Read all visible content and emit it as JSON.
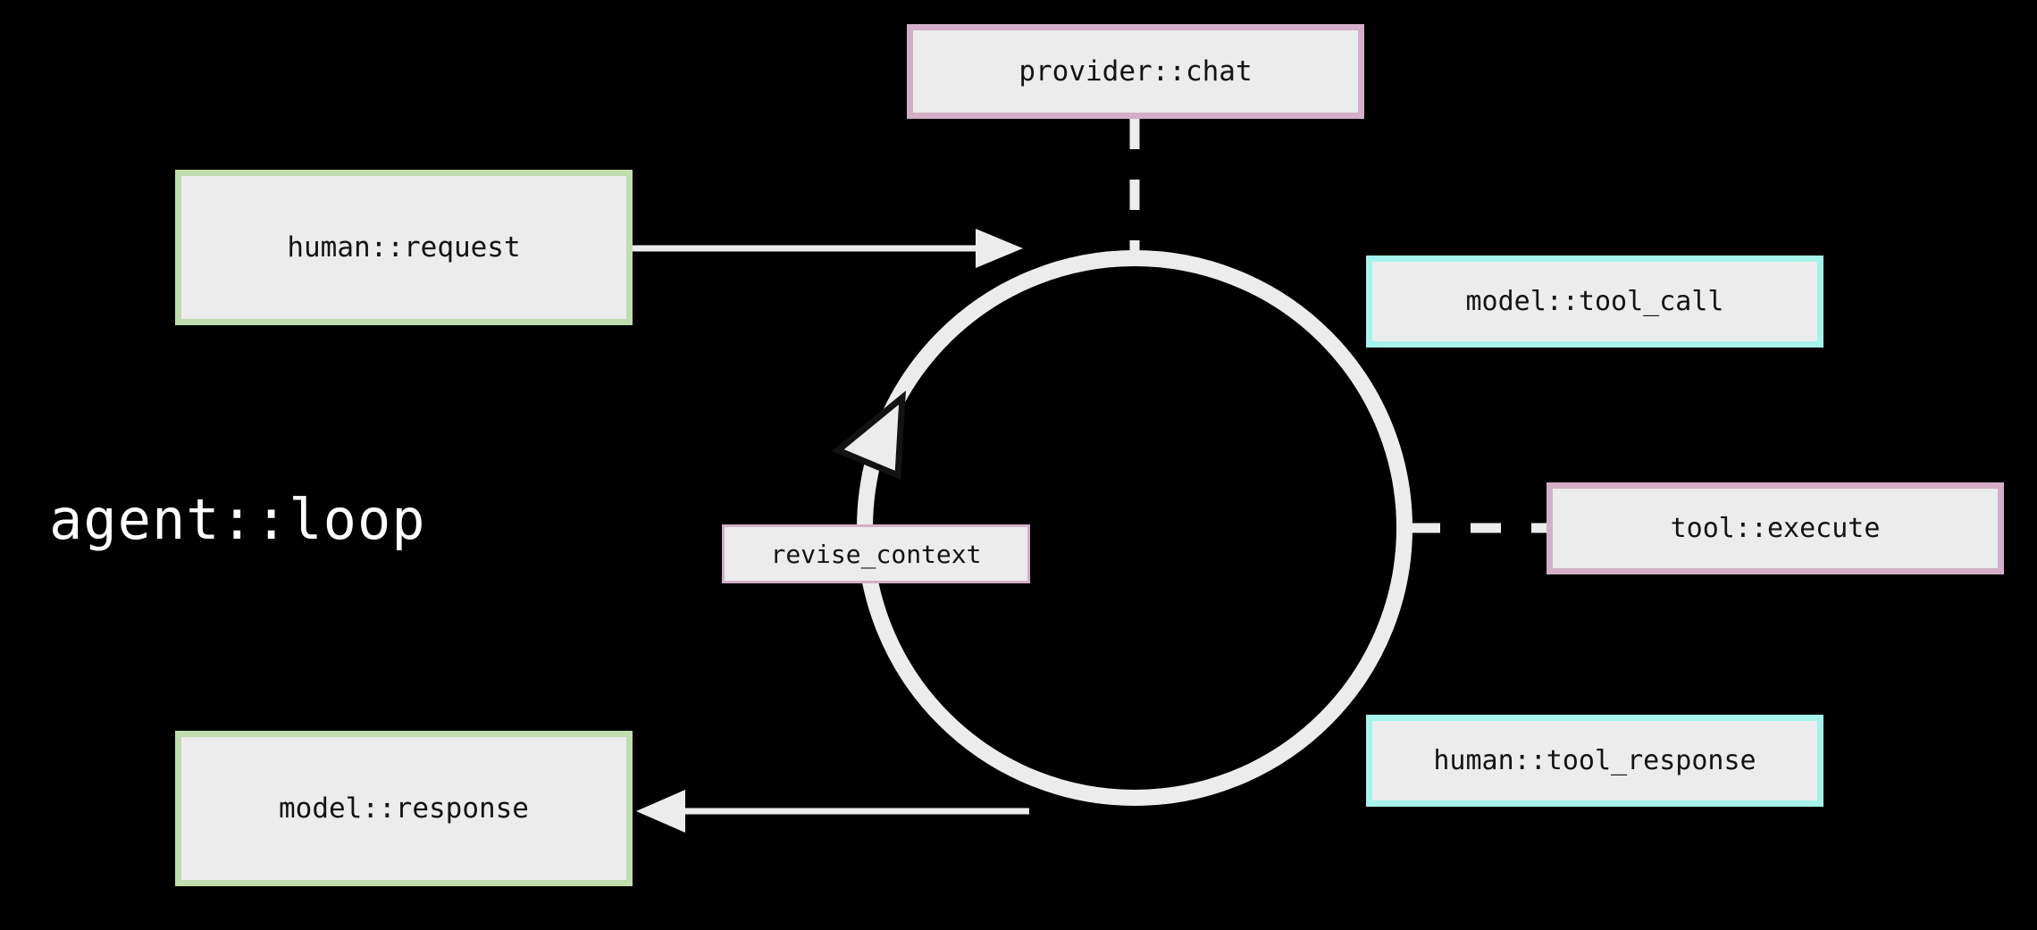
{
  "diagram": {
    "title": "agent::loop",
    "background_color": "#000000",
    "line_color": "#ECECEC",
    "node_fill": "#ECECEC",
    "text_color": "#131313",
    "title_color": "#FFFFFF",
    "palette": {
      "green": "#BFDDAF",
      "pink": "#D3AFC8",
      "cyan": "#A5F3EA"
    },
    "nodes": [
      {
        "id": "provider-chat",
        "label": "provider::chat",
        "accent": "pink"
      },
      {
        "id": "human-request",
        "label": "human::request",
        "accent": "green"
      },
      {
        "id": "model-tool-call",
        "label": "model::tool_call",
        "accent": "cyan"
      },
      {
        "id": "tool-execute",
        "label": "tool::execute",
        "accent": "pink"
      },
      {
        "id": "human-tool-response",
        "label": "human::tool_response",
        "accent": "cyan"
      },
      {
        "id": "model-response",
        "label": "model::response",
        "accent": "green"
      },
      {
        "id": "revise-context",
        "label": "revise_context",
        "accent": "pink"
      }
    ],
    "edges": [
      {
        "id": "request-to-loop",
        "from": "human::request",
        "to": "agent::loop",
        "style": "solid-arrow"
      },
      {
        "id": "loop-to-response",
        "from": "agent::loop",
        "to": "model::response",
        "style": "solid-arrow"
      },
      {
        "id": "chat-to-loop",
        "from": "provider::chat",
        "to": "agent::loop",
        "style": "dashed"
      },
      {
        "id": "loop-to-tool-execute",
        "from": "agent::loop",
        "to": "tool::execute",
        "style": "dashed"
      },
      {
        "id": "loop-cycle",
        "from": "agent::loop",
        "to": "revise_context",
        "style": "cycle-arrow"
      }
    ]
  }
}
